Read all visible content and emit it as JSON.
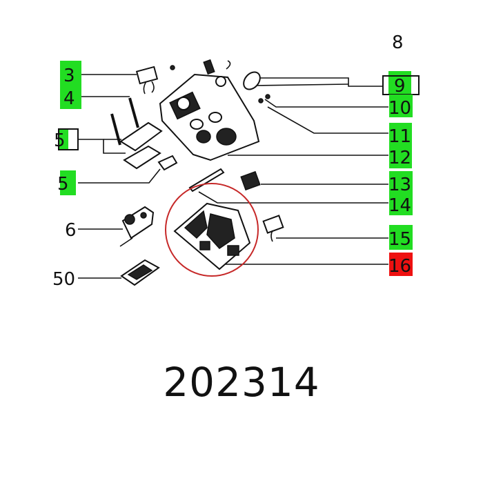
{
  "diagram": {
    "part_number": "202314",
    "colors": {
      "highlight_green": "#22dd22",
      "selected_red": "#ee1111",
      "circle": "#c62828"
    },
    "callouts": [
      {
        "label": "3",
        "status": "green"
      },
      {
        "label": "4",
        "status": "green"
      },
      {
        "label": "5",
        "status": "green-boxed-cropped"
      },
      {
        "label": "5",
        "status": "green"
      },
      {
        "label": "6",
        "status": "none"
      },
      {
        "label": "50",
        "status": "none-cropped"
      },
      {
        "label": "8",
        "status": "none-cropped"
      },
      {
        "label": "9",
        "status": "green-boxed"
      },
      {
        "label": "10",
        "status": "green"
      },
      {
        "label": "11",
        "status": "green"
      },
      {
        "label": "12",
        "status": "green"
      },
      {
        "label": "13",
        "status": "green"
      },
      {
        "label": "14",
        "status": "green"
      },
      {
        "label": "15",
        "status": "green"
      },
      {
        "label": "16",
        "status": "red-selected"
      }
    ]
  }
}
